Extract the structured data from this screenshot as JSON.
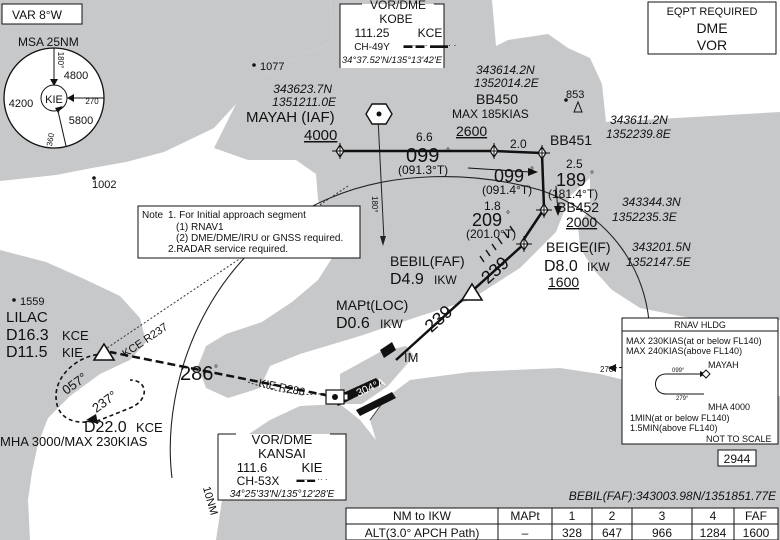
{
  "var": "VAR 8°W",
  "msa": {
    "title": "MSA 25NM",
    "center": "KIE",
    "sectors": [
      "4800",
      "4200",
      "5800"
    ],
    "radials": [
      "180°",
      "270",
      "360"
    ]
  },
  "eqpt": {
    "title": "EQPT REQUIRED",
    "line1": "DME",
    "line2": "VOR"
  },
  "kobe": {
    "title": "VOR/DME",
    "name": "KOBE",
    "freq": "111.25",
    "ident": "KCE",
    "channel": "CH-49Y",
    "coord": "34°37.52'N/135°13'42'E"
  },
  "kansai": {
    "title": "VOR/DME",
    "name": "KANSAI",
    "freq": "111.6",
    "ident": "KIE",
    "channel": "CH-53X",
    "coord": "34°25'33'N/135°12'28'E"
  },
  "spots": [
    "1077",
    "853",
    "1002",
    "1559"
  ],
  "mayah": {
    "lat": "343623.7N",
    "lon": "1351211.0E",
    "name": "MAYAH (IAF)",
    "alt": "4000"
  },
  "bb450": {
    "lat": "343614.2N",
    "lon": "1352014.2E",
    "name": "BB450",
    "speed": "MAX 185KIAS",
    "alt": "2600"
  },
  "bb451": {
    "name": "BB451",
    "lat": "343611.2N",
    "lon": "1352239.8E"
  },
  "bb452": {
    "name": "BB452",
    "alt": "2000",
    "lat": "343344.3N",
    "lon": "1352235.3E"
  },
  "beige": {
    "name": "BEIGE(IF)",
    "dme": "D8.0",
    "ident": "IKW",
    "alt": "1600",
    "lat": "343201.5N",
    "lon": "1352147.5E"
  },
  "bebil": {
    "name": "BEBIL(FAF)",
    "dme": "D4.9",
    "ident": "IKW"
  },
  "mapt": {
    "name": "MAPt(LOC)",
    "dme": "D0.6",
    "ident": "IKW"
  },
  "lilac": {
    "name": "LILAC",
    "d1": "D16.3",
    "id1": "KCE",
    "d2": "D11.5",
    "id2": "KIE"
  },
  "hold_fix": {
    "d": "D22.0",
    "id": "KCE",
    "mha": "MHA 3000/MAX 230KIAS"
  },
  "legs": {
    "dist_66": "6.6",
    "crs_099a": "099",
    "true_0913": "(091.3°T)",
    "dist_20": "2.0",
    "crs_099b": "099",
    "true_0914": "(091.4°T)",
    "dist_25": "2.5",
    "crs_189": "189",
    "true_1814": "(181.4°T)",
    "dist_18": "1.8",
    "crs_209": "209",
    "true_2010": "(201.0°T)",
    "loc_a": "239",
    "loc_b": "239",
    "r180": "180°",
    "crs_286": "286",
    "kce_r237": "KCE R237",
    "kie_r286": "KIE R286",
    "hold_057": "057°",
    "hold_237": "237°",
    "rwy": "304°A",
    "im": "IM",
    "ring": "10NM",
    "out_270": "270°"
  },
  "note": {
    "head": "Note",
    "l1": "1. For Initial approach segment",
    "l2": "(1) RNAV1",
    "l3": "(2) DME/DME/IRU or GNSS required.",
    "l4": "2.RADAR service required."
  },
  "rnav": {
    "title": "RNAV HLDG",
    "l1": "MAX 230KIAS(at or below FL140)",
    "l2": "MAX 240KIAS(above FL140)",
    "fix": "MAYAH",
    "in": "099°",
    "out": "279°",
    "alt": "MHA 4000",
    "t1": "1MIN(at or below FL140)",
    "t2": "1.5MIN(above FL140)",
    "nts": "NOT TO SCALE",
    "box": "2944"
  },
  "bebil_coord": "BEBIL(FAF):343003.98N/1351851.77E",
  "table": {
    "h0": "NM to IKW",
    "h1": "MAPt",
    "h2": "1",
    "h3": "2",
    "h4": "3",
    "h5": "4",
    "h6": "FAF",
    "r0": "ALT(3.0° APCH Path)",
    "r1": "–",
    "r2": "328",
    "r3": "647",
    "r4": "966",
    "r5": "1284",
    "r6": "1600"
  }
}
